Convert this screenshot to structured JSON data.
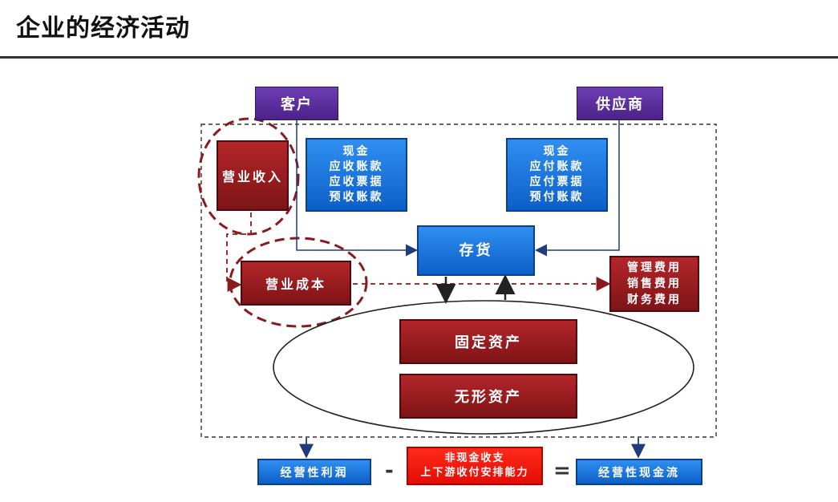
{
  "title": "企业的经济活动",
  "nodes": {
    "customer": "客户",
    "supplier": "供应商",
    "revenue": "营业收入",
    "cost": "营业成本",
    "inventory": "存货",
    "fixed_assets": "固定资产",
    "intangible_assets": "无形资产"
  },
  "customer_accounts": [
    "现金",
    "应收账款",
    "应收票据",
    "预收账款"
  ],
  "supplier_accounts": [
    "现金",
    "应付账款",
    "应付票据",
    "预付账款"
  ],
  "expenses": [
    "管理费用",
    "销售费用",
    "财务费用"
  ],
  "equation": {
    "operating_profit": "经营性利润",
    "minus": "-",
    "noncash_lines": [
      "非现金收支",
      "上下游收付安排能力"
    ],
    "equals": "=",
    "operating_cash_flow": "经营性现金流"
  },
  "colors": {
    "purple": "#5a2d9e",
    "blue": "#1a73e0",
    "dark_red": "#9a1c20",
    "bright_red": "#ff1a0d",
    "dashed_ellipse": "#8a1a1e"
  }
}
